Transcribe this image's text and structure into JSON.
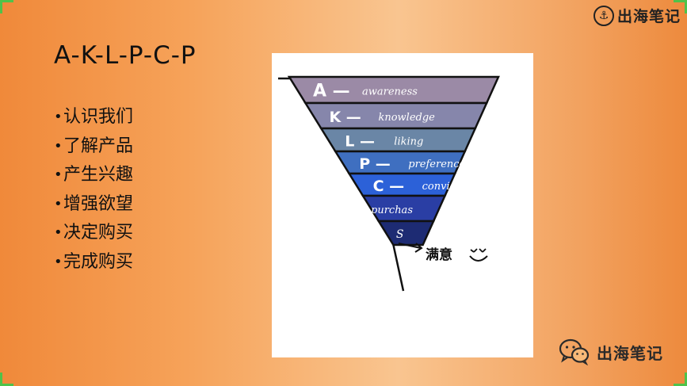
{
  "slide": {
    "title": "A-K-L-P-C-P",
    "bullets": [
      "认识我们",
      "了解产品",
      "产生兴趣",
      "增强欲望",
      "决定购买",
      "完成购买"
    ],
    "bullet_symbol": "•"
  },
  "brand": {
    "name": "出海笔记",
    "top_icon": "anchor-icon",
    "bottom_icon": "wechat-icon"
  },
  "funnel": {
    "levels": [
      {
        "label": "A —",
        "desc": "awareness",
        "color": "#9b8aa6"
      },
      {
        "label": "K —",
        "desc": "knowledge",
        "color": "#8686ab"
      },
      {
        "label": "L —",
        "desc": "liking",
        "color": "#6a86a6"
      },
      {
        "label": "P —",
        "desc": "preference",
        "color": "#3f6fc0"
      },
      {
        "label": "C —",
        "desc": "conviction",
        "color": "#2c61d8"
      },
      {
        "label": "",
        "desc": "purchas",
        "color": "#2a3ea4"
      },
      {
        "label": "",
        "desc": "S",
        "color": "#1d2b73"
      }
    ],
    "arrow_note": "满意",
    "smiley": "◡̈"
  },
  "colors": {
    "frame_green": "#4fc24a",
    "text_dark": "#111111"
  }
}
